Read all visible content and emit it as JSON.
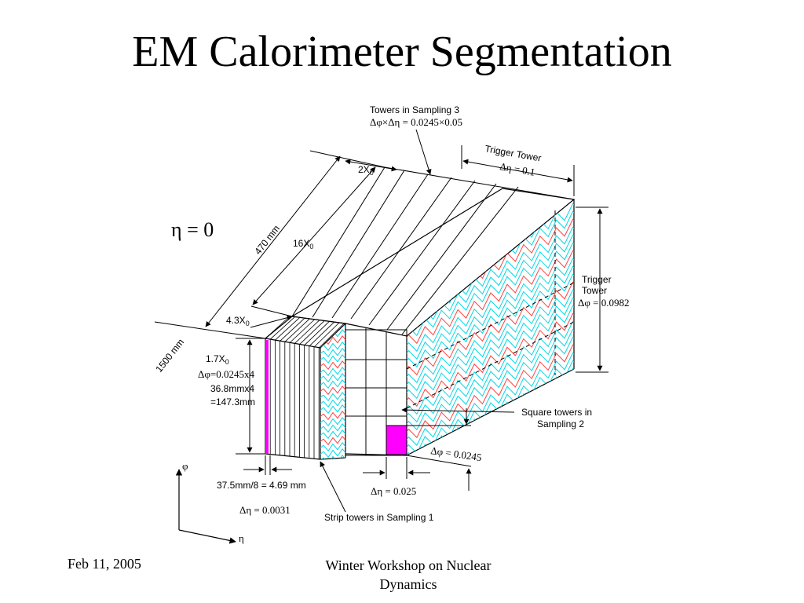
{
  "slide": {
    "title": "EM Calorimeter Segmentation",
    "footer_date": "Feb 11, 2005",
    "footer_event_line1": "Winter Workshop on Nuclear",
    "footer_event_line2": "Dynamics"
  },
  "diagram": {
    "eta_zero": "η = 0",
    "towers_sampling3_line1": "Towers in Sampling 3",
    "towers_sampling3_line2": "Δφ×Δη = 0.0245×0.05",
    "trigger_tower_top_line1": "Trigger Tower",
    "trigger_tower_top_line2": "Δη = 0.1",
    "label_2x0": "2X",
    "label_16x0": "16X",
    "label_470mm": "470 mm",
    "label_4_3x0": "4.3X",
    "label_1500mm": "1500 mm",
    "label_1_7x0": "1.7X",
    "dphi_line1": "Δφ=0.0245x4",
    "dphi_line2": "36.8mmx4",
    "dphi_line3": "=147.3mm",
    "trigger_tower_right_line1": "Trigger",
    "trigger_tower_right_line2": "Tower",
    "trigger_tower_right_line3": "Δφ = 0.0982",
    "square_towers_line1": "Square towers in",
    "square_towers_line2": "Sampling 2",
    "dphi_0245": "Δφ = 0.0245",
    "deta_025": "Δη = 0.025",
    "strip_line1": "37.5mm/8 = 4.69 mm",
    "strip_line2": "Δη = 0.0031",
    "strip_towers": "Strip towers in Sampling 1",
    "axis_phi": "φ",
    "axis_eta": "η",
    "subscript_zero": "0",
    "colors": {
      "cyan_absorber": "#00d8e8",
      "red_electrode": "#ff4040",
      "magenta_cell": "#ff00ff"
    }
  }
}
